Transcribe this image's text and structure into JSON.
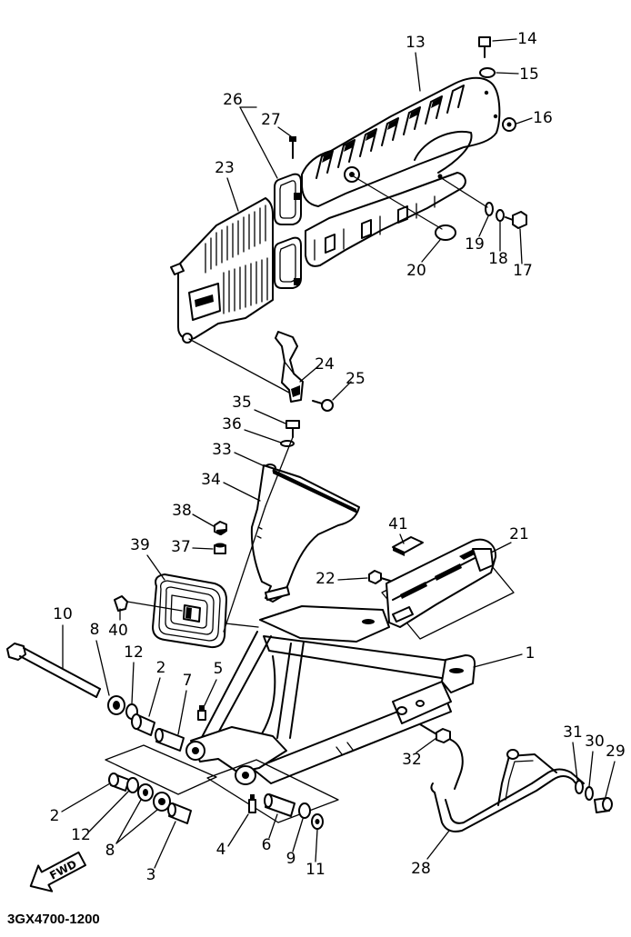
{
  "diagram": {
    "callouts": [
      "13",
      "14",
      "15",
      "16",
      "26",
      "27",
      "23",
      "19",
      "18",
      "17",
      "20",
      "24",
      "25",
      "35",
      "36",
      "33",
      "34",
      "41",
      "21",
      "38",
      "37",
      "39",
      "22",
      "40",
      "10",
      "8",
      "12",
      "2",
      "7",
      "5",
      "1",
      "31",
      "30",
      "29",
      "32",
      "2",
      "12",
      "8",
      "3",
      "4",
      "6",
      "9",
      "11",
      "28"
    ],
    "fwd": "FWD",
    "code": "3GX4700-1200"
  }
}
